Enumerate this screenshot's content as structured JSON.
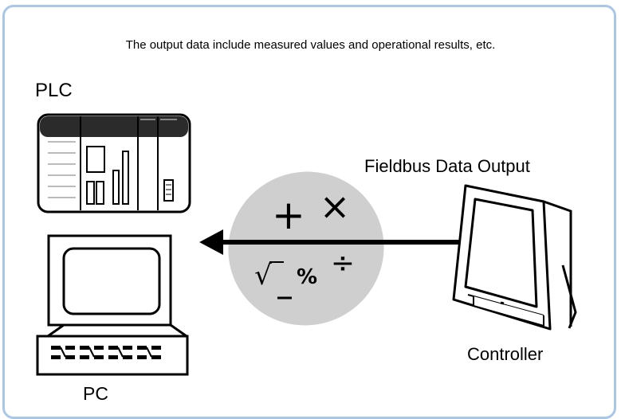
{
  "caption": "The output data include measured values and operational results, etc.",
  "labels": {
    "plc": "PLC",
    "fieldbus": "Fieldbus Data Output",
    "controller": "Controller",
    "pc": "PC"
  },
  "operators": {
    "plus": "+",
    "times": "×",
    "sqrt": "√",
    "percent": "%",
    "divide": "÷"
  },
  "colors": {
    "frame": "#a9c7e6",
    "bubble": "#cfcfcf",
    "plc_header": "#2b2b2b",
    "line": "#000000"
  }
}
